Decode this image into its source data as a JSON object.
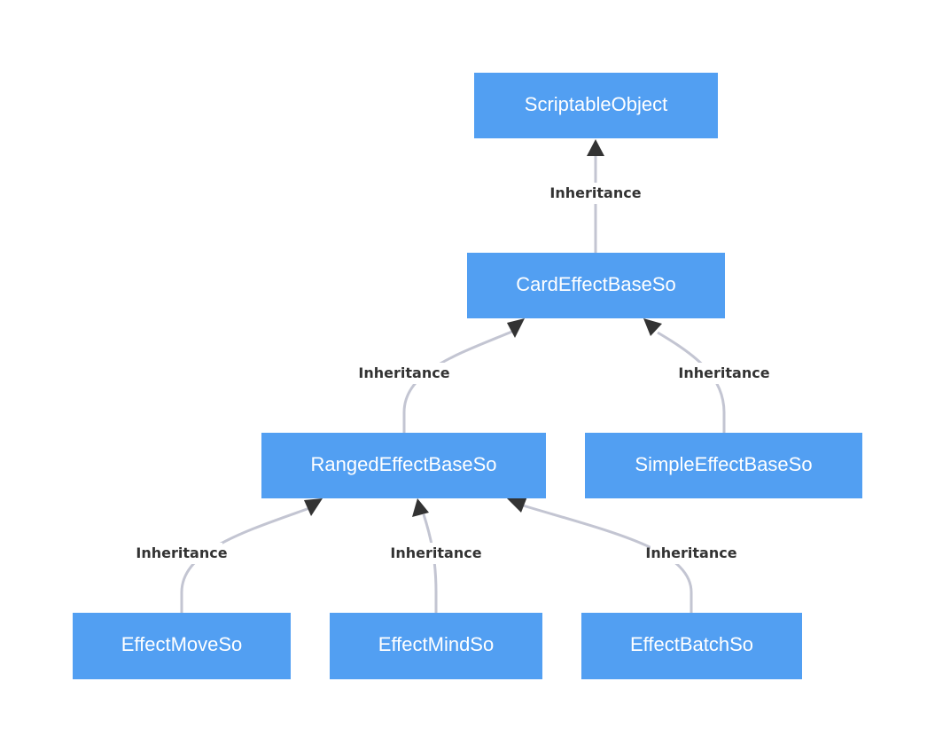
{
  "nodes": {
    "scriptable_object": "ScriptableObject",
    "card_effect_base_so": "CardEffectBaseSo",
    "ranged_effect_base_so": "RangedEffectBaseSo",
    "simple_effect_base_so": "SimpleEffectBaseSo",
    "effect_move_so": "EffectMoveSo",
    "effect_mind_so": "EffectMindSo",
    "effect_batch_so": "EffectBatchSo"
  },
  "edges": [
    {
      "from": "CardEffectBaseSo",
      "to": "ScriptableObject",
      "label": "Inheritance"
    },
    {
      "from": "RangedEffectBaseSo",
      "to": "CardEffectBaseSo",
      "label": "Inheritance"
    },
    {
      "from": "SimpleEffectBaseSo",
      "to": "CardEffectBaseSo",
      "label": "Inheritance"
    },
    {
      "from": "EffectMoveSo",
      "to": "RangedEffectBaseSo",
      "label": "Inheritance"
    },
    {
      "from": "EffectMindSo",
      "to": "RangedEffectBaseSo",
      "label": "Inheritance"
    },
    {
      "from": "EffectBatchSo",
      "to": "RangedEffectBaseSo",
      "label": "Inheritance"
    }
  ],
  "colors": {
    "node_fill": "#529ff2",
    "node_text": "#ffffff",
    "edge_line": "#c3c5d2",
    "arrow": "#333333",
    "label_text": "#333333"
  }
}
